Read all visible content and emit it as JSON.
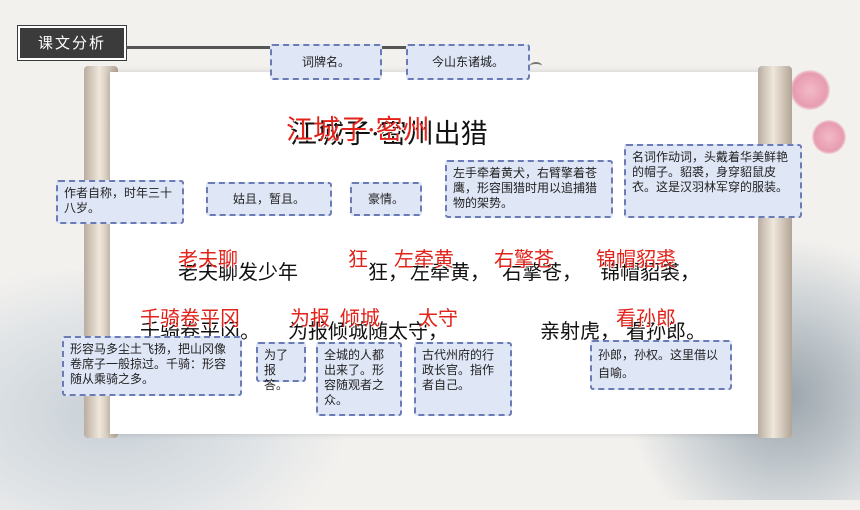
{
  "section_title": "课文分析",
  "poem": {
    "title_black": "江城子·密州出猎",
    "title_red": "江城子·密州",
    "line1_black": [
      "老夫聊发少年",
      "狂，",
      "左牵黄，",
      "右擎苍，",
      "锦帽貂裘，"
    ],
    "line1_red": [
      "老夫聊",
      "狂",
      "左牵黄",
      "右擎苍",
      "锦帽貂裘"
    ],
    "line2_black": [
      "千骑卷平冈。",
      "为报倾城随太守，",
      "亲射虎，",
      "看孙郎。"
    ],
    "line2_red": [
      "千骑卷平冈",
      "为报",
      "倾城",
      "太守",
      "看孙郎"
    ]
  },
  "notes": {
    "cipai": "词牌名。",
    "mizhou": "今山东诸城。",
    "laofu": "作者自称，时年三十八岁。",
    "liao": "姑且，暂且。",
    "kuang": "豪情。",
    "qianhuang": "左手牵着黄犬，右臂擎着苍鹰，形容围猎时用以追捕猎物的架势。",
    "jinmao": "名词作动词，头戴着华美鲜艳的帽子。貂裘，身穿貂鼠皮衣。这是汉羽林军穿的服装。",
    "qianqi": "形容马多尘土飞扬，把山冈像卷席子一般掠过。千骑：形容随从乘骑之多。",
    "weibao": "为了报答。",
    "qingcheng": "全城的人都出来了。形容随观者之众。",
    "taishou": "古代州府的行政长官。指作者自己。",
    "sunlang": "孙郎，孙权。这里借以自喻。"
  },
  "colors": {
    "annotation_red": "#e2231a",
    "note_fill": "#dfe6f6",
    "note_border": "#6a7bb5"
  }
}
